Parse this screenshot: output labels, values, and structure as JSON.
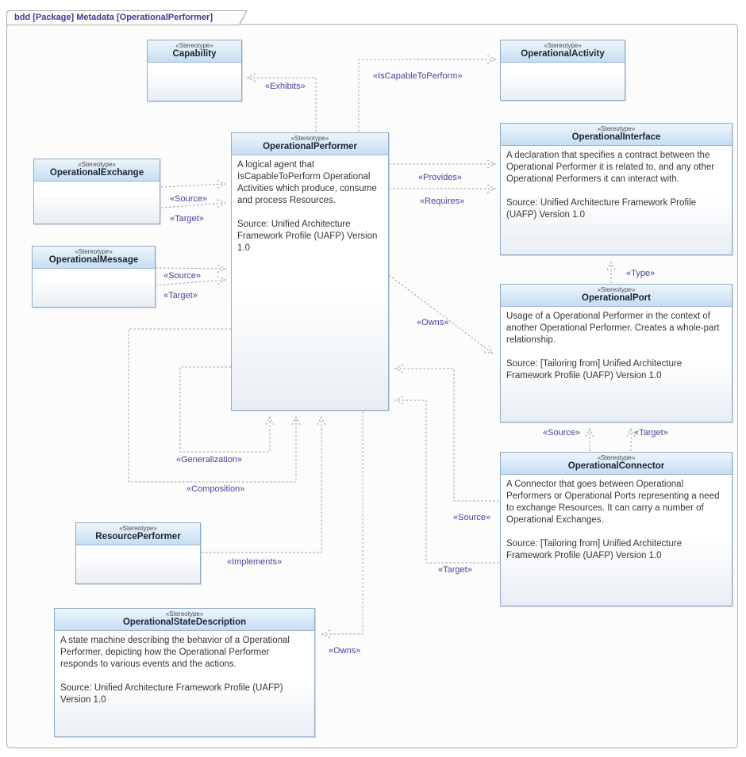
{
  "frame": {
    "title": "bdd [Package] Metadata [OperationalPerformer]"
  },
  "boxes": {
    "capability": {
      "stereotype": "«Stereotype»",
      "name": "Capability"
    },
    "operational_activity": {
      "stereotype": "«Stereotype»",
      "name": "OperationalActivity"
    },
    "operational_performer": {
      "stereotype": "«Stereotype»",
      "name": "OperationalPerformer",
      "description": "A logical agent that IsCapableToPerform Operational Activities which produce, consume and process Resources.",
      "source": "Source: Unified Architecture Framework Profile (UAFP) Version 1.0"
    },
    "operational_interface": {
      "stereotype": "«Stereotype»",
      "name": "OperationalInterface",
      "description": "A declaration that specifies a contract between the Operational Performer it is related to, and any other Operational Performers it can interact with.",
      "source": "Source: Unified Architecture Framework Profile (UAFP) Version 1.0"
    },
    "operational_port": {
      "stereotype": "«Stereotype»",
      "name": "OperationalPort",
      "description": "Usage of a Operational Performer in the context of another Operational Performer. Creates a whole-part relationship.",
      "source": "Source: [Tailoring from] Unified Architecture Framework Profile (UAFP) Version 1.0"
    },
    "operational_connector": {
      "stereotype": "«Stereotype»",
      "name": "OperationalConnector",
      "description": "A Connector that goes between Operational Performers or Operational Ports representing a need to exchange Resources. It can carry a number of Operational Exchanges.",
      "source": "Source: [Tailoring from] Unified Architecture Framework Profile (UAFP) Version 1.0"
    },
    "operational_exchange": {
      "stereotype": "«Stereotype»",
      "name": "OperationalExchange"
    },
    "operational_message": {
      "stereotype": "«Stereotype»",
      "name": "OperationalMessage"
    },
    "resource_performer": {
      "stereotype": "«Stereotype»",
      "name": "ResourcePerformer"
    },
    "operational_state_description": {
      "stereotype": "«Stereotype»",
      "name": "OperationalStateDescription",
      "description": "A state machine describing the behavior of a Operational Performer, depicting how the Operational Performer responds to various events and the actions.",
      "source": "Source: Unified Architecture Framework Profile (UAFP) Version 1.0"
    }
  },
  "relationships": {
    "exhibits": "«Exhibits»",
    "is_capable_to_perform": "«IsCapableToPerform»",
    "provides": "«Provides»",
    "requires": "«Requires»",
    "owns": "«Owns»",
    "type": "«Type»",
    "source": "«Source»",
    "target": "«Target»",
    "generalization": "«Generalization»",
    "composition": "«Composition»",
    "implements": "«Implements»"
  },
  "colors": {
    "box_border": "#8fabc9",
    "box_header": "#d7e7f6",
    "label_text": "#4545a1",
    "line": "#9aa0a6",
    "name_text": "#1b2437"
  }
}
